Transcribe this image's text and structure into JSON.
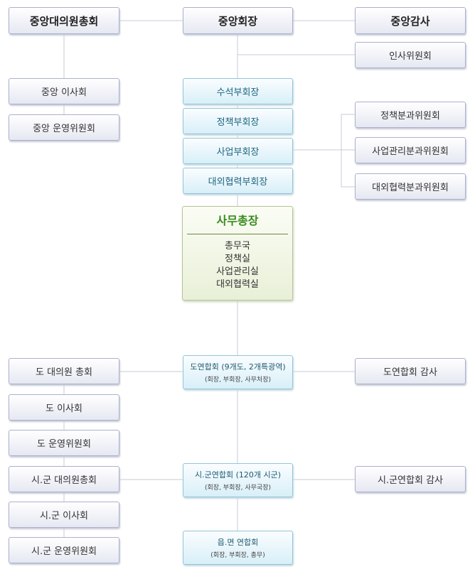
{
  "top": {
    "central_assembly": "중앙대의원총회",
    "president": "중앙회장",
    "auditor": "중앙감사",
    "personnel_committee": "인사위원회"
  },
  "central_left": {
    "board": "중앙 이사회",
    "operating_committee": "중앙 운영위원회"
  },
  "vice_presidents": [
    "수석부회장",
    "정책부회장",
    "사업부회장",
    "대외협력부회장"
  ],
  "subcommittees": [
    "정책분과위원회",
    "사업관리분과위원회",
    "대외협력분과위원회"
  ],
  "secretary_general": {
    "title": "사무총장",
    "departments": [
      "총무국",
      "정책실",
      "사업관리실",
      "대외협력실"
    ]
  },
  "provincial": {
    "main": "도연합회 (9개도, 2개특광역)",
    "main_sub": "(회장, 부회장, 사무처장)",
    "auditor": "도연합회 감사",
    "left": [
      "도 대의원 총회",
      "도 이사회",
      "도 운영위원회"
    ]
  },
  "city": {
    "main": "시.군연합회 (120개 시군)",
    "main_sub": "(회장, 부회장, 사무국장)",
    "auditor": "시.군연합회 감사",
    "left": [
      "시.군 대의원총회",
      "시.군 이사회",
      "시.군 운영위원회"
    ]
  },
  "town": {
    "main": "읍.면 연합회",
    "main_sub": "(회장, 부회장, 총무)"
  },
  "colors": {
    "gray_border": "#aab1cc",
    "blue_border": "#93c5d8",
    "green_title": "#3a8a1e",
    "line": "#c8cbd6"
  }
}
